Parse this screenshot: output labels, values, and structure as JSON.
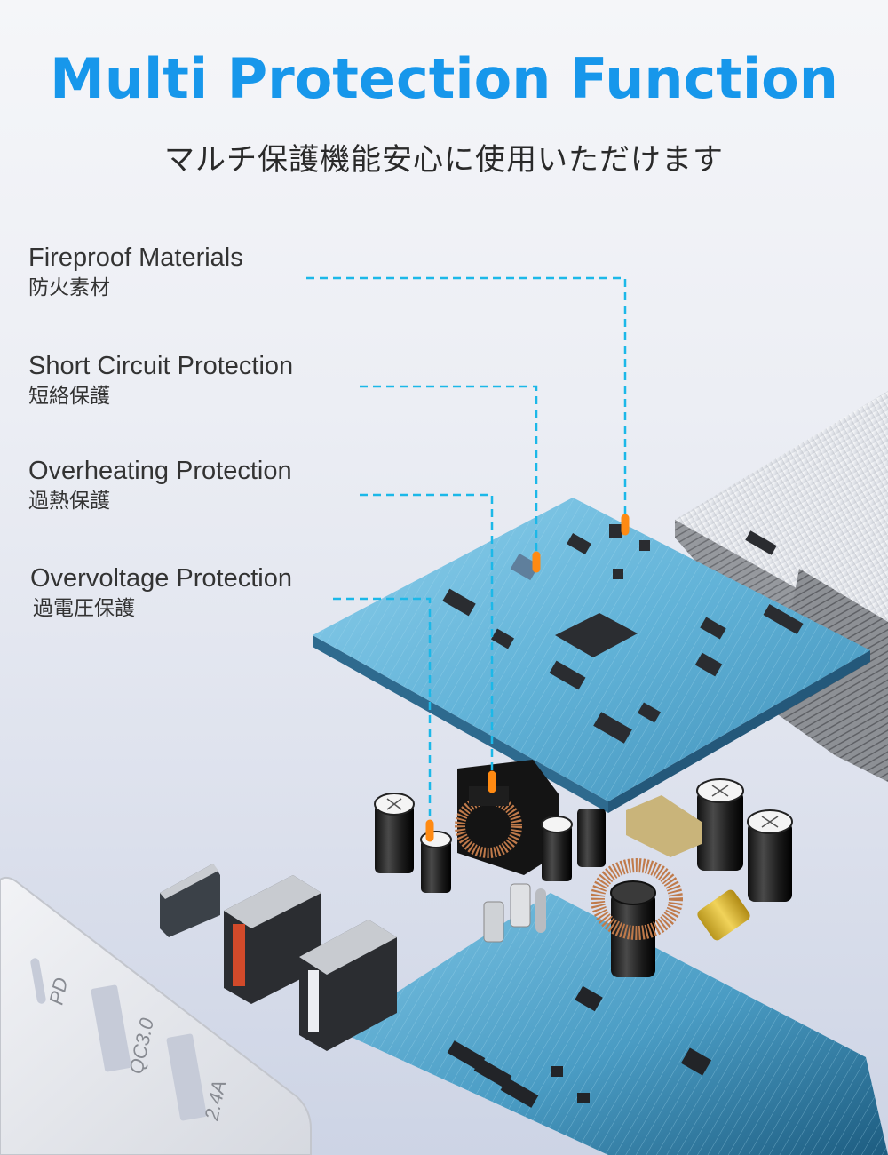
{
  "header": {
    "title": "Multi Protection Function",
    "subtitle": "マルチ保護機能安心に使用いただけます"
  },
  "features": [
    {
      "label_en": "Fireproof Materials",
      "label_jp": "防火素材"
    },
    {
      "label_en": "Short Circuit Protection",
      "label_jp": "短絡保護"
    },
    {
      "label_en": "Overheating Protection",
      "label_jp": "過熱保護"
    },
    {
      "label_en": "Overvoltage Protection",
      "label_jp": "過電圧保護"
    }
  ],
  "faceplate": {
    "port_labels": [
      "PD",
      "QC3.0",
      "2.4A"
    ]
  },
  "colors": {
    "title": "#1797eb",
    "leader_line": "#1cb8e8",
    "marker": "#ff8a12",
    "pcb": "#5aa9cf"
  }
}
